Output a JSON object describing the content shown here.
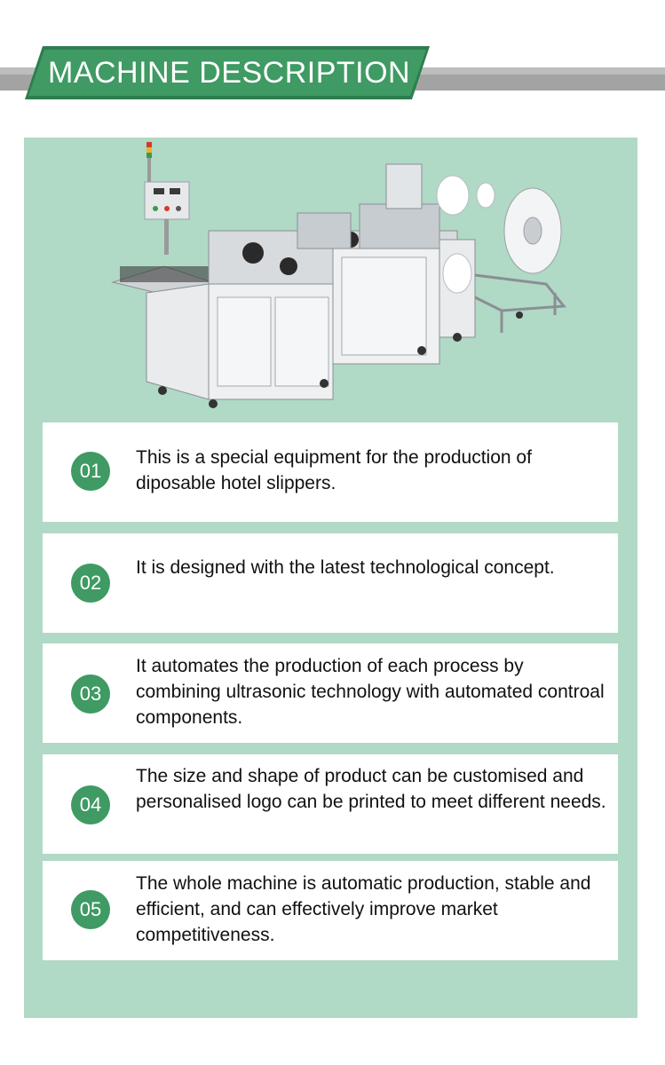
{
  "header": {
    "title": "MACHINE DESCRIPTION"
  },
  "colors": {
    "accent_green": "#3f9a63",
    "panel_green": "#b0d9c6",
    "header_bar_gray": "#a3a3a3"
  },
  "image": {
    "name": "disposable-hotel-slipper-machine-photo"
  },
  "features": [
    {
      "number": "01",
      "text": "This is a special equipment for the production of diposable hotel slippers."
    },
    {
      "number": "02",
      "text": "It is designed with the latest technological concept."
    },
    {
      "number": "03",
      "text": "It automates the production of each process by combining ultrasonic technology with automated controal components."
    },
    {
      "number": "04",
      "text": "The size and shape of product can be customised and personalised logo can be printed to meet different needs."
    },
    {
      "number": "05",
      "text": "The whole machine is automatic production, stable and efficient, and can effectively improve market competitiveness."
    }
  ]
}
